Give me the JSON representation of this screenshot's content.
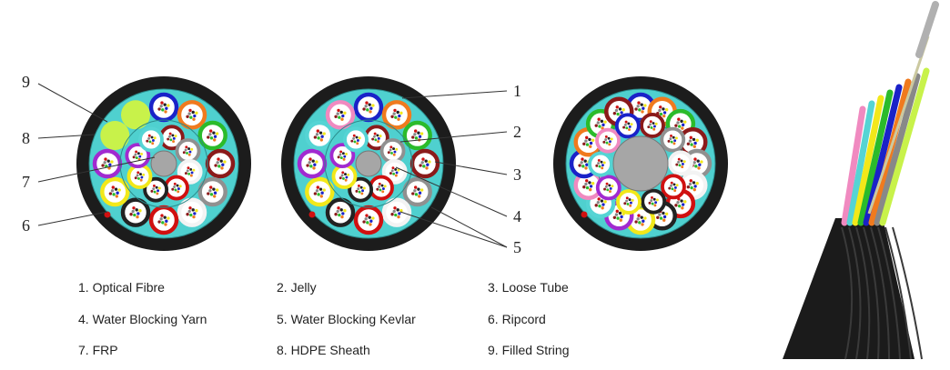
{
  "callouts": {
    "left": [
      "9",
      "8",
      "7",
      "6"
    ],
    "right": [
      "1",
      "2",
      "3",
      "4",
      "5"
    ]
  },
  "legend": [
    "1. Optical Fibre",
    "2. Jelly",
    "3. Loose Tube",
    "4. Water Blocking Yarn",
    "5. Water Blocking Kevlar",
    "6. Ripcord",
    "7. FRP",
    "8. HDPE Sheath",
    "9. Filled String"
  ],
  "colors": {
    "sheath": "#1c1c1c",
    "jelly": "#4fd0cf",
    "tube_fill": "#ffffff",
    "frp": "#a6a6a6",
    "filler": "#c8f24a",
    "ripcord": "#d01010",
    "tube_colors": [
      "#1a22c8",
      "#f07a1e",
      "#2bbb2b",
      "#8b1a1a",
      "#909090",
      "#f3f3f3",
      "#d01010",
      "#222222",
      "#f2e81a",
      "#a12ad0",
      "#55d4d4",
      "#f08ac0"
    ]
  }
}
